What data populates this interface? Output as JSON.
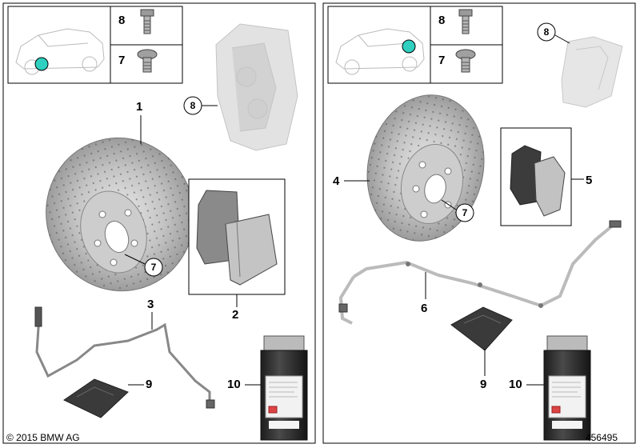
{
  "panels": {
    "left": {
      "inset_labels": [
        "8",
        "7"
      ],
      "callouts": [
        "1",
        "2",
        "3",
        "9",
        "10"
      ],
      "circled": [
        "8",
        "7"
      ]
    },
    "right": {
      "inset_labels": [
        "8",
        "7"
      ],
      "callouts": [
        "4",
        "5",
        "6",
        "9",
        "10"
      ],
      "circled": [
        "8",
        "7"
      ]
    }
  },
  "footer": {
    "copyright": "© 2015 BMW AG",
    "doc_number": "456495"
  },
  "colors": {
    "marker": "#2fd0c0",
    "ghost": "#d8d8d8",
    "disc": "#b8b8b8",
    "pad": "#8a8a8a"
  }
}
